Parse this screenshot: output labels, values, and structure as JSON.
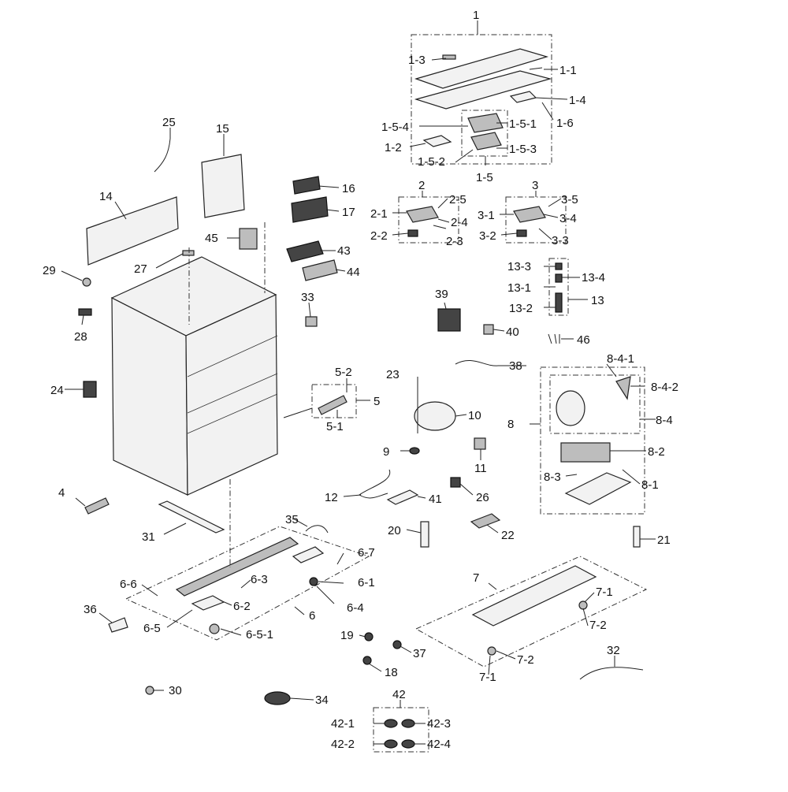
{
  "labels": {
    "p1": "1",
    "p1_1": "1-1",
    "p1_2": "1-2",
    "p1_3": "1-3",
    "p1_4": "1-4",
    "p1_5": "1-5",
    "p1_5_1": "1-5-1",
    "p1_5_2": "1-5-2",
    "p1_5_3": "1-5-3",
    "p1_5_4": "1-5-4",
    "p1_6": "1-6",
    "p2": "2",
    "p2_1": "2-1",
    "p2_2": "2-2",
    "p2_3": "2-3",
    "p2_4": "2-4",
    "p2_5": "2-5",
    "p3": "3",
    "p3_1": "3-1",
    "p3_2": "3-2",
    "p3_3": "3-3",
    "p3_4": "3-4",
    "p3_5": "3-5",
    "p4": "4",
    "p5": "5",
    "p5_1": "5-1",
    "p5_2": "5-2",
    "p6": "6",
    "p6_1": "6-1",
    "p6_2": "6-2",
    "p6_3": "6-3",
    "p6_4": "6-4",
    "p6_5": "6-5",
    "p6_5_1": "6-5-1",
    "p6_6": "6-6",
    "p6_7": "6-7",
    "p7": "7",
    "p7_1a": "7-1",
    "p7_1b": "7-1",
    "p7_2a": "7-2",
    "p7_2b": "7-2",
    "p8": "8",
    "p8_1": "8-1",
    "p8_2": "8-2",
    "p8_3": "8-3",
    "p8_4": "8-4",
    "p8_4_1": "8-4-1",
    "p8_4_2": "8-4-2",
    "p9": "9",
    "p10": "10",
    "p11": "11",
    "p12": "12",
    "p13": "13",
    "p13_1": "13-1",
    "p13_2": "13-2",
    "p13_3": "13-3",
    "p13_4": "13-4",
    "p14": "14",
    "p15": "15",
    "p16": "16",
    "p17": "17",
    "p18": "18",
    "p19": "19",
    "p20": "20",
    "p21": "21",
    "p22": "22",
    "p23": "23",
    "p24": "24",
    "p25": "25",
    "p26": "26",
    "p27": "27",
    "p28": "28",
    "p29": "29",
    "p30": "30",
    "p31": "31",
    "p32": "32",
    "p33": "33",
    "p34": "34",
    "p35": "35",
    "p36": "36",
    "p37": "37",
    "p38": "38",
    "p39": "39",
    "p40": "40",
    "p41": "41",
    "p42": "42",
    "p42_1": "42-1",
    "p42_2": "42-2",
    "p42_3": "42-3",
    "p42_4": "42-4",
    "p43": "43",
    "p44": "44",
    "p45": "45",
    "p46": "46"
  },
  "colors": {
    "line": "#222222",
    "fill_light": "#f2f2f2",
    "fill_dark": "#444444"
  }
}
